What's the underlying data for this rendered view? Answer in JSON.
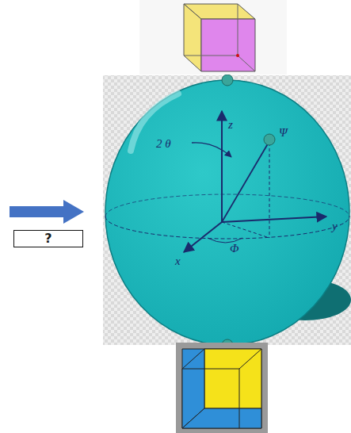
{
  "diagram": {
    "nodes": [
      {
        "text": [
          "?"
        ]
      }
    ],
    "labels": [
      "z",
      "2 θ",
      "Ψ",
      "y",
      "x",
      "Φ"
    ]
  }
}
